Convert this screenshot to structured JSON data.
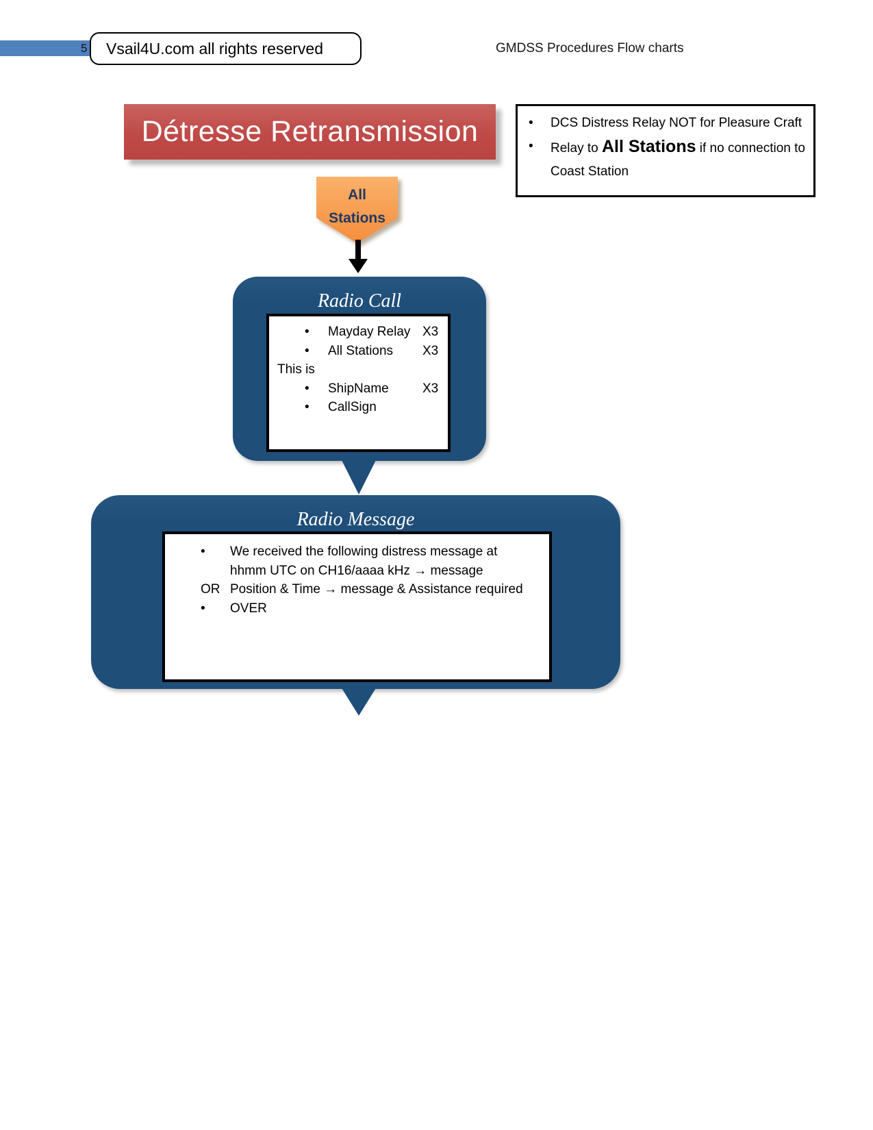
{
  "header": {
    "page_number": "5",
    "copyright": "Vsail4U.com all rights reserved",
    "title": "GMDSS Procedures Flow charts"
  },
  "title": "Détresse Retransmission",
  "notes": {
    "bullet": "•",
    "line1": "DCS Distress Relay NOT for Pleasure Craft",
    "line2_pre": "Relay to ",
    "line2_bold": "All Stations",
    "line2_post": " if no connection to Coast Station"
  },
  "start": {
    "line1": "All",
    "line2": "Stations"
  },
  "radio_call": {
    "title": "Radio Call",
    "rows": [
      {
        "marker": "•",
        "text": "Mayday Relay",
        "times": "X3"
      },
      {
        "marker": "•",
        "text": "All Stations",
        "times": "X3"
      },
      {
        "marker": "",
        "text": "This is",
        "times": ""
      },
      {
        "marker": "•",
        "text": "ShipName",
        "times": "X3"
      },
      {
        "marker": "•",
        "text": "CallSign",
        "times": ""
      }
    ]
  },
  "radio_message": {
    "title": "Radio Message",
    "rows": [
      {
        "marker": "•",
        "text": "We received the following distress message at hhmm UTC on CH16/aaaa kHz → message"
      },
      {
        "marker": "OR",
        "text": "Position & Time → message & Assistance required"
      },
      {
        "marker": "•",
        "text": "OVER"
      }
    ]
  },
  "colors": {
    "accent_red": "#C0504D",
    "accent_blue": "#1F4E79",
    "accent_orange": "#F79646",
    "header_bar_blue": "#4F81BD",
    "title_text": "#FFFFFF"
  }
}
